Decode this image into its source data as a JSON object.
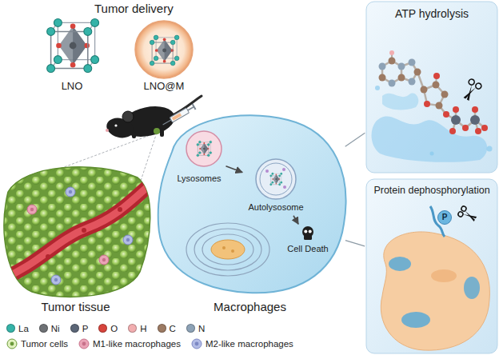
{
  "diagram": {
    "nodes": [
      {
        "text": [
          "LNO"
        ]
      },
      {
        "text": [
          "LNO@M"
        ]
      },
      {
        "text": [
          "Tumor tissue"
        ]
      },
      {
        "text": [
          "Macrophages"
        ]
      },
      {
        "text": [
          "Lysosomes"
        ],
        "in": 3
      },
      {
        "text": [
          "Autolysosome"
        ],
        "in": 3
      },
      {
        "text": [
          "Cell Death"
        ],
        "in": 3
      },
      {
        "text": [
          "ATP hydrolysis"
        ]
      },
      {
        "text": [
          "Protein dephosphorylation"
        ]
      }
    ],
    "edges": [
      {
        "from": 4,
        "to": 5,
        "arrow": "to"
      },
      {
        "from": 5,
        "to": 6,
        "arrow": "to"
      },
      {
        "from": 3,
        "to": 7,
        "arrow": "none"
      },
      {
        "from": 3,
        "to": 8,
        "arrow": "none"
      }
    ],
    "labels": [
      "Tumor delivery",
      "P"
    ],
    "legend": [
      {
        "text": "La",
        "color": "#35b3a8"
      },
      {
        "text": "Ni",
        "color": "#6e7175"
      },
      {
        "text": "P",
        "color": "#5b6677"
      },
      {
        "text": "O",
        "color": "#d7443c"
      },
      {
        "text": "H",
        "color": "#f2aeb0"
      },
      {
        "text": "C",
        "color": "#9c7a63"
      },
      {
        "text": "N",
        "color": "#8da2b6"
      },
      {
        "text": "Tumor cells"
      },
      {
        "text": "M1-like macrophages"
      },
      {
        "text": "M2-like macrophages"
      }
    ]
  }
}
